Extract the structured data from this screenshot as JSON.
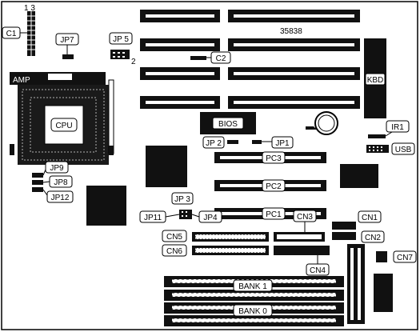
{
  "board_id": "35838",
  "labels": {
    "c1": "C1",
    "c1_pins": "1 3",
    "jp7": "JP7",
    "jp5": "JP 5",
    "jp5_pin": "2",
    "c2": "C2",
    "kbd": "KBD",
    "amp": "AMP",
    "cpu": "CPU",
    "bios": "BIOS",
    "jp2": "JP 2",
    "jp1": "JP1",
    "ir1": "IR1",
    "usb": "USB",
    "pc3": "PC3",
    "pc2": "PC2",
    "pc1": "PC1",
    "jp9": "JP9",
    "jp8": "JP8",
    "jp12": "JP12",
    "jp3": "JP 3",
    "jp11": "JP11",
    "jp4": "JP4",
    "cn3": "CN3",
    "cn1": "CN1",
    "cn2": "CN2",
    "cn5": "CN5",
    "cn6": "CN6",
    "cn4": "CN4",
    "cn7": "CN7",
    "bank1": "BANK 1",
    "bank0": "BANK 0"
  }
}
